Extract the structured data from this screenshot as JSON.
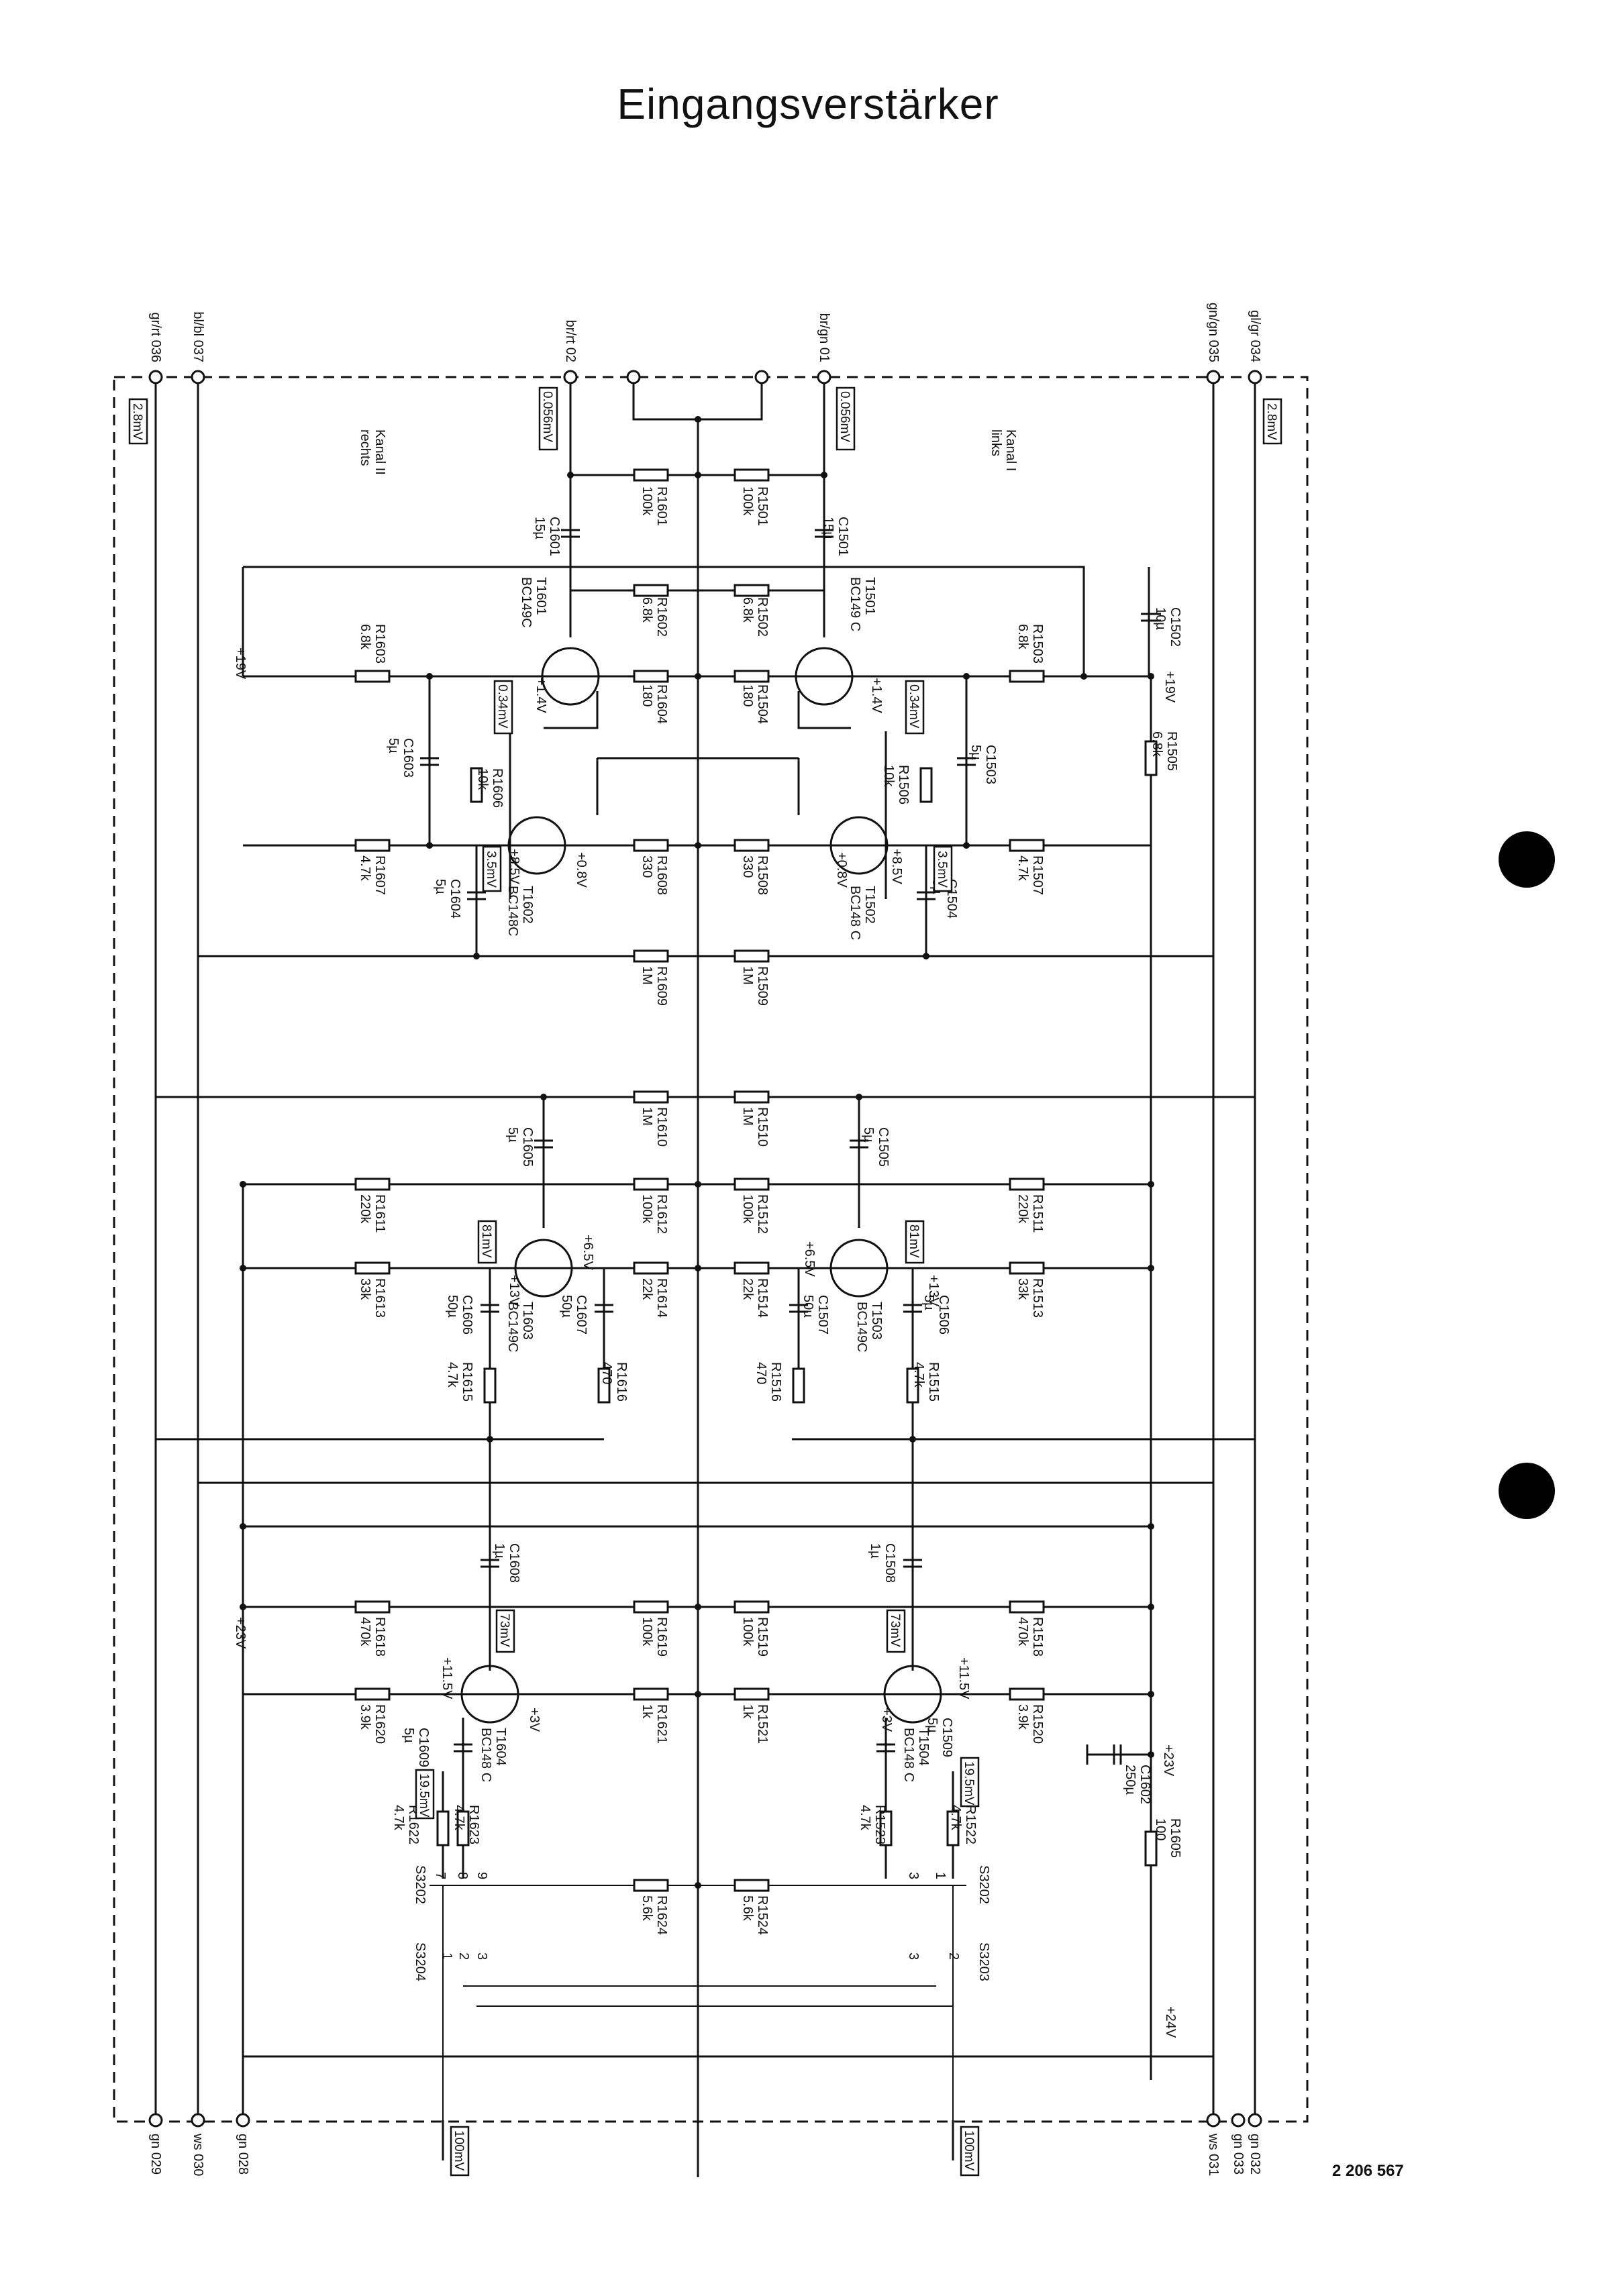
{
  "title": "Eingangsverstärker",
  "doc_number": "2 206 567",
  "channels": {
    "right": "Kanal II\nrechts",
    "left": "Kanal I\nlinks"
  },
  "terminals_top": [
    {
      "id": "t036",
      "label": "gr/rt 036"
    },
    {
      "id": "t037",
      "label": "bl/bl 037"
    },
    {
      "id": "t02",
      "label": "br/rt 02"
    },
    {
      "id": "t01",
      "label": "br/gn 01"
    },
    {
      "id": "t035",
      "label": "gn/gn 035"
    },
    {
      "id": "t034",
      "label": "gl/gr 034"
    }
  ],
  "terminals_bottom": [
    {
      "id": "b029",
      "label": "gn 029"
    },
    {
      "id": "b030",
      "label": "ws 030"
    },
    {
      "id": "b028",
      "label": "gn 028"
    },
    {
      "id": "b031",
      "label": "ws 031"
    },
    {
      "id": "b033",
      "label": "gn 033"
    },
    {
      "id": "b032",
      "label": "gn 032"
    }
  ],
  "levels": {
    "l1": "2.8mV",
    "l2": "0.056mV",
    "l3": "0.056mV",
    "l4": "2.8mV",
    "l5": "0.34mV",
    "l6": "0.34mV",
    "l7": "3.5mV",
    "l8": "3.5mV",
    "l9": "81mV",
    "l10": "81mV",
    "l11": "73mV",
    "l12": "73mV",
    "l13": "19.5mV",
    "l14": "19.5mV",
    "l15": "100mV",
    "l16": "100mV"
  },
  "voltages": {
    "v19a": "+19V",
    "v19b": "+19V",
    "v14a": "+1.4V",
    "v14b": "+1.4V",
    "v85a": "+8.5V",
    "v85b": "+8.5V",
    "v08a": "+0.8V",
    "v08b": "+0.8V",
    "v65a": "+6.5V",
    "v65b": "+6.5V",
    "v13a": "+13V",
    "v13b": "+13V",
    "v23a": "+23V",
    "v23b": "+23V",
    "v115a": "+11.5V",
    "v115b": "+11.5V",
    "v3a": "+3V",
    "v3b": "+3V",
    "v24": "+24V"
  },
  "components": {
    "R1601": "R1601\n100k",
    "R1501": "R1501\n100k",
    "C1601": "C1601\n15µ",
    "C1501": "C1501\n15µ",
    "T1601": "T1601\nBC149C",
    "T1501": "T1501\nBC149 C",
    "R1602": "R1602\n6.8k",
    "R1502": "R1502\n6.8k",
    "R1603": "R1603\n6.8k",
    "R1503": "R1503\n6.8k",
    "C1502": "C1502\n10µ",
    "R1604": "R1604\n180",
    "R1504": "R1504\n180",
    "C1603": "C1603\n5µ",
    "C1503": "C1503\n5µ",
    "R1606": "R1606\n10k",
    "R1506": "R1506\n10k",
    "R1505": "R1505\n6.8k",
    "T1602": "T1602\nBC148C",
    "T1502": "T1502\nBC148 C",
    "R1607": "R1607\n4.7k",
    "R1507": "R1507\n4.7k",
    "R1608": "R1608\n330",
    "R1508": "R1508\n330",
    "C1604": "C1604\n5µ",
    "C1504": "C1504\n5µ",
    "R1609": "R1609\n1M",
    "R1509": "R1509\n1M",
    "R1610": "R1610\n1M",
    "R1510": "R1510\n1M",
    "C1605": "C1605\n5µ",
    "C1505": "C1505\n5µ",
    "R1611": "R1611\n220k",
    "R1511": "R1511\n220k",
    "R1612": "R1612\n100k",
    "R1512": "R1512\n100k",
    "T1603": "T1603\nBC149C",
    "T1503": "T1503\nBC149C",
    "R1613": "R1613\n33k",
    "R1513": "R1513\n33k",
    "R1614": "R1614\n22k",
    "R1514": "R1514\n22k",
    "C1606": "C1606\n50µ",
    "C1506": "C1506\n5µ",
    "C1607": "C1607\n50µ",
    "C1507": "C1507\n50µ",
    "R1615": "R1615\n4.7k",
    "R1515": "R1515\n4.7k",
    "R1616": "R1616\n470",
    "R1516": "R1516\n470",
    "C1608": "C1608\n1µ",
    "C1508": "C1508\n1µ",
    "R1618": "R1618\n470k",
    "R1518": "R1518\n470k",
    "R1619": "R1619\n100k",
    "R1519": "R1519\n100k",
    "T1604": "T1604\nBC148 C",
    "T1504": "T1504\nBC148 C",
    "R1620": "R1620\n3.9k",
    "R1520": "R1520\n3.9k",
    "R1621": "R1621\n1k",
    "R1521": "R1521\n1k",
    "C1609": "C1609\n5µ",
    "C1509": "C1509\n5µ",
    "C1602": "C1602\n250µ",
    "R1622": "R1622\n4.7k",
    "R1522": "R1522\n4.7k",
    "R1623": "R1623\n4.7k",
    "R1523": "R1523\n4.7k",
    "R1605": "R1605\n100",
    "R1624": "R1624\n5.6k",
    "R1524": "R1524\n5.6k",
    "S3202a": "S3202",
    "S3202b": "S3202",
    "S3204": "S3204",
    "S3203": "S3203"
  },
  "pins": {
    "p7": "7",
    "p8": "8",
    "p9": "9",
    "p1": "1",
    "p2": "2",
    "p3a": "3",
    "p3b": "3",
    "p3c": "3",
    "p1b": "1",
    "p2b": "2"
  }
}
